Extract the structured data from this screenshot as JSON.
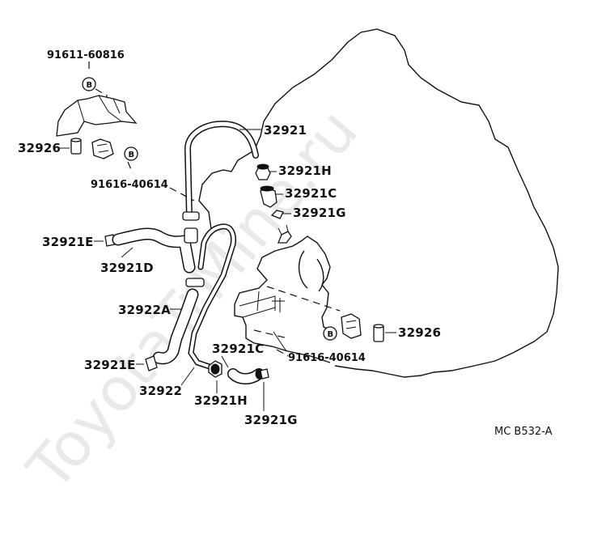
{
  "watermark": "ToyotaTrMine.ru",
  "diagram_code": "MC B532-A",
  "symbol_b": "B",
  "labels": {
    "p91611_60816": "91611-60816",
    "p32926_left": "32926",
    "p91616_40614_top": "91616-40614",
    "p32921": "32921",
    "p32921H_top": "32921H",
    "p32921C_top": "32921C",
    "p32921G_top": "32921G",
    "p32921E_top": "32921E",
    "p32921D": "32921D",
    "p32922A": "32922A",
    "p32921E_bottom": "32921E",
    "p32922": "32922",
    "p32921C_bottom": "32921C",
    "p32921H_bottom": "32921H",
    "p32921G_bottom": "32921G",
    "p91616_40614_bottom": "91616-40614",
    "p32926_right": "32926"
  }
}
